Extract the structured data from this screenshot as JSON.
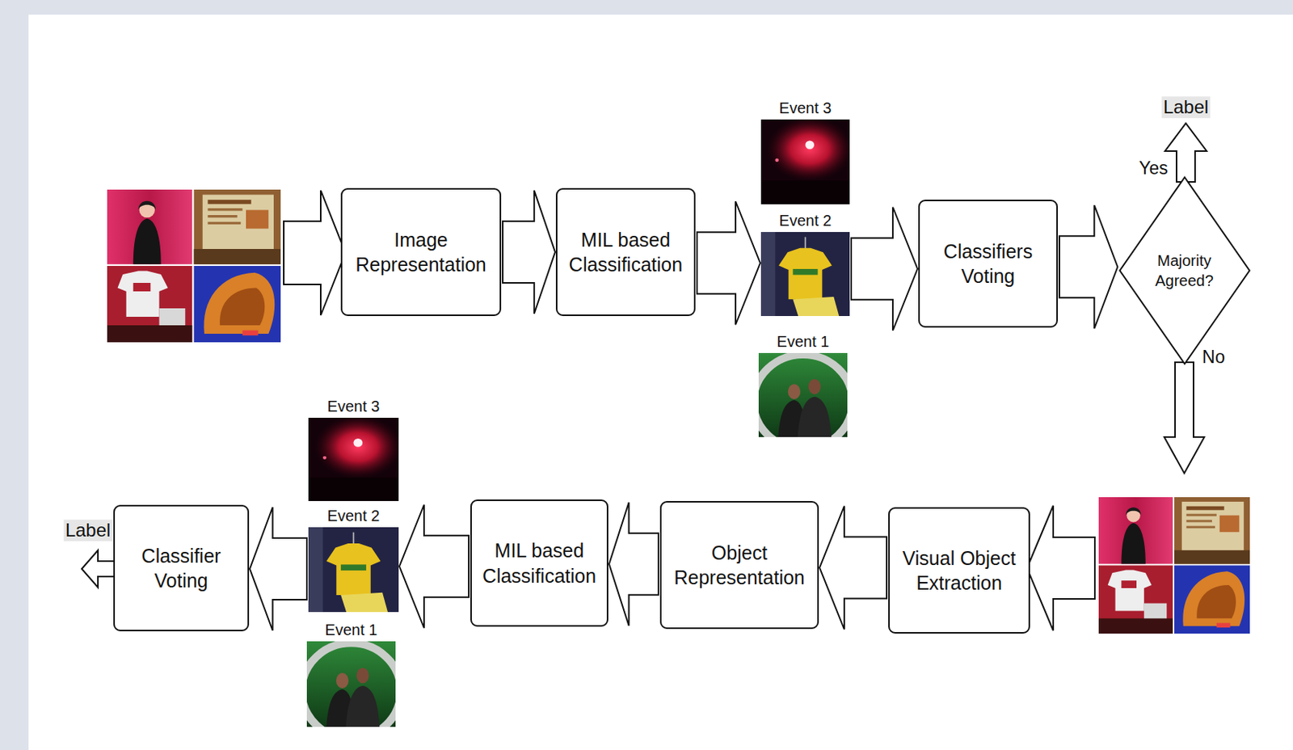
{
  "diagram": {
    "nodes": [
      {
        "text": [
          "Image Representation"
        ]
      },
      {
        "text": [
          "MIL based Classification"
        ]
      },
      {
        "text": [
          "Event 3"
        ]
      },
      {
        "text": [
          "Event 2"
        ]
      },
      {
        "text": [
          "Event 1"
        ]
      },
      {
        "text": [
          "Classifiers Voting"
        ]
      },
      {
        "text": [
          "Majority Agreed?"
        ]
      },
      {
        "text": [
          "Visual Object Extraction"
        ]
      },
      {
        "text": [
          "Object Representation"
        ]
      },
      {
        "text": [
          "MIL based Classification"
        ]
      },
      {
        "text": [
          "Event 3"
        ]
      },
      {
        "text": [
          "Event 2"
        ]
      },
      {
        "text": [
          "Event 1"
        ]
      },
      {
        "text": [
          "Classifier Voting"
        ]
      }
    ],
    "edges": [
      {
        "from": 0,
        "to": 1,
        "arrow": "to"
      },
      {
        "from": 1,
        "to": 3,
        "arrow": "to"
      },
      {
        "from": 3,
        "to": 5,
        "arrow": "to"
      },
      {
        "from": 5,
        "to": 6,
        "arrow": "to"
      },
      {
        "from": 7,
        "to": 8,
        "arrow": "to"
      },
      {
        "from": 8,
        "to": 9,
        "arrow": "to"
      },
      {
        "from": 9,
        "to": 11,
        "arrow": "to"
      },
      {
        "from": 11,
        "to": 13,
        "arrow": "to"
      }
    ],
    "labels": [
      "Label",
      "Yes",
      "No",
      "Label"
    ]
  }
}
